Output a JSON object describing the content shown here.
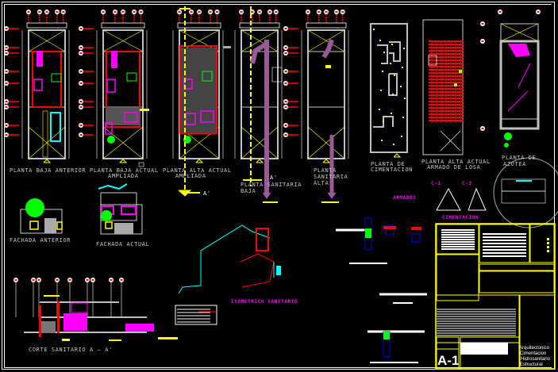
{
  "drawing": {
    "background": "#000000",
    "colors": {
      "wall": "#c0c0c0",
      "axis_red": "#ff0000",
      "yellow": "#ffff00",
      "magenta": "#ff00ff",
      "cyan": "#00ffff",
      "green": "#00ff00",
      "purple_pipe": "#9a5a9a",
      "blue": "#0000ff",
      "white": "#ffffff"
    },
    "plans": [
      {
        "id": "planta-baja-anterior",
        "title_lines": [
          "PLANTA BAJA ANTERIOR"
        ]
      },
      {
        "id": "planta-baja-actual",
        "title_lines": [
          "PLANTA BAJA ACTUAL",
          "AMPLIADA"
        ]
      },
      {
        "id": "planta-alta-actual",
        "title_lines": [
          "PLANTA ALTA ACTUAL",
          "AMPLIADA"
        ]
      },
      {
        "id": "planta-sanitaria-baja",
        "title_lines": [
          "PLANTA SANITARIA",
          "BAJA"
        ]
      },
      {
        "id": "planta-sanitaria-alta",
        "title_lines": [
          "PLANTA",
          "SANITARIA",
          "ALTA"
        ]
      },
      {
        "id": "planta-cimentacion",
        "title_lines": [
          "PLANTA DE",
          "CIMENTACION"
        ]
      },
      {
        "id": "planta-alta-armado",
        "title_lines": [
          "PLANTA ALTA ACTUAL",
          "ARMADO DE LOSA"
        ]
      },
      {
        "id": "planta-azotea",
        "title_lines": [
          "PLANTA DE",
          "AZOTEA"
        ]
      }
    ],
    "section_marks": {
      "a": "A",
      "a_prime": "A'"
    },
    "facades": [
      {
        "id": "fachada-anterior",
        "title": "FACHADA ANTERIOR"
      },
      {
        "id": "fachada-actual",
        "title": "FACHADA ACTUAL"
      }
    ],
    "section": {
      "title": "CORTE SANITARIO  A — A'"
    },
    "details": {
      "armados_label": "ARMADOS",
      "cimentacion_label": "CIMENTACION",
      "c1_label": "C-1",
      "c3_label": "C-3"
    },
    "isometric": {
      "label": "ISOMETRICO SANITARIO"
    }
  },
  "title_block": {
    "sheet_number": "A-1",
    "disciplines": [
      "Arquitectonico",
      "Cimentacion",
      "Hidrosanitario",
      "Estructural"
    ]
  }
}
